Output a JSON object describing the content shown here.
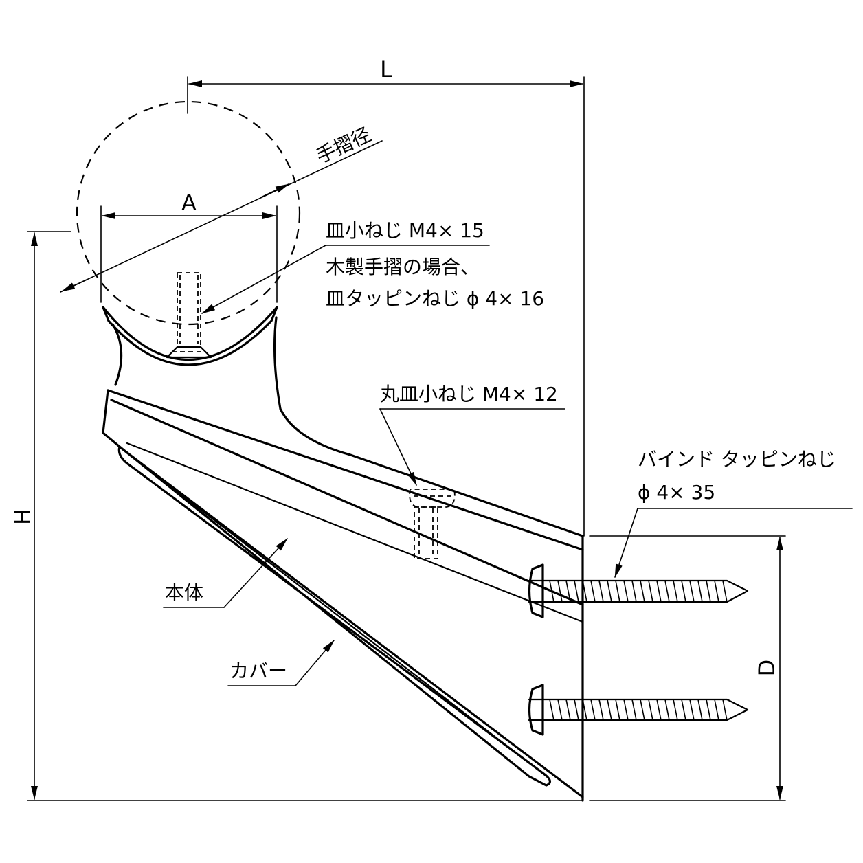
{
  "dimensions": {
    "L": "L",
    "A": "A",
    "H": "H",
    "D": "D",
    "diameter": "手摺径"
  },
  "labels": {
    "screw1_line1": "皿小ねじ M4× 15",
    "screw1_line2": "木製手摺の場合、",
    "screw1_line3": "皿タッピンねじ ϕ 4× 16",
    "screw2": "丸皿小ねじ M4× 12",
    "screw3_line1": "バインド タッピンねじ",
    "screw3_line2": "ϕ 4× 35",
    "body": "本体",
    "cover": "カバー"
  }
}
